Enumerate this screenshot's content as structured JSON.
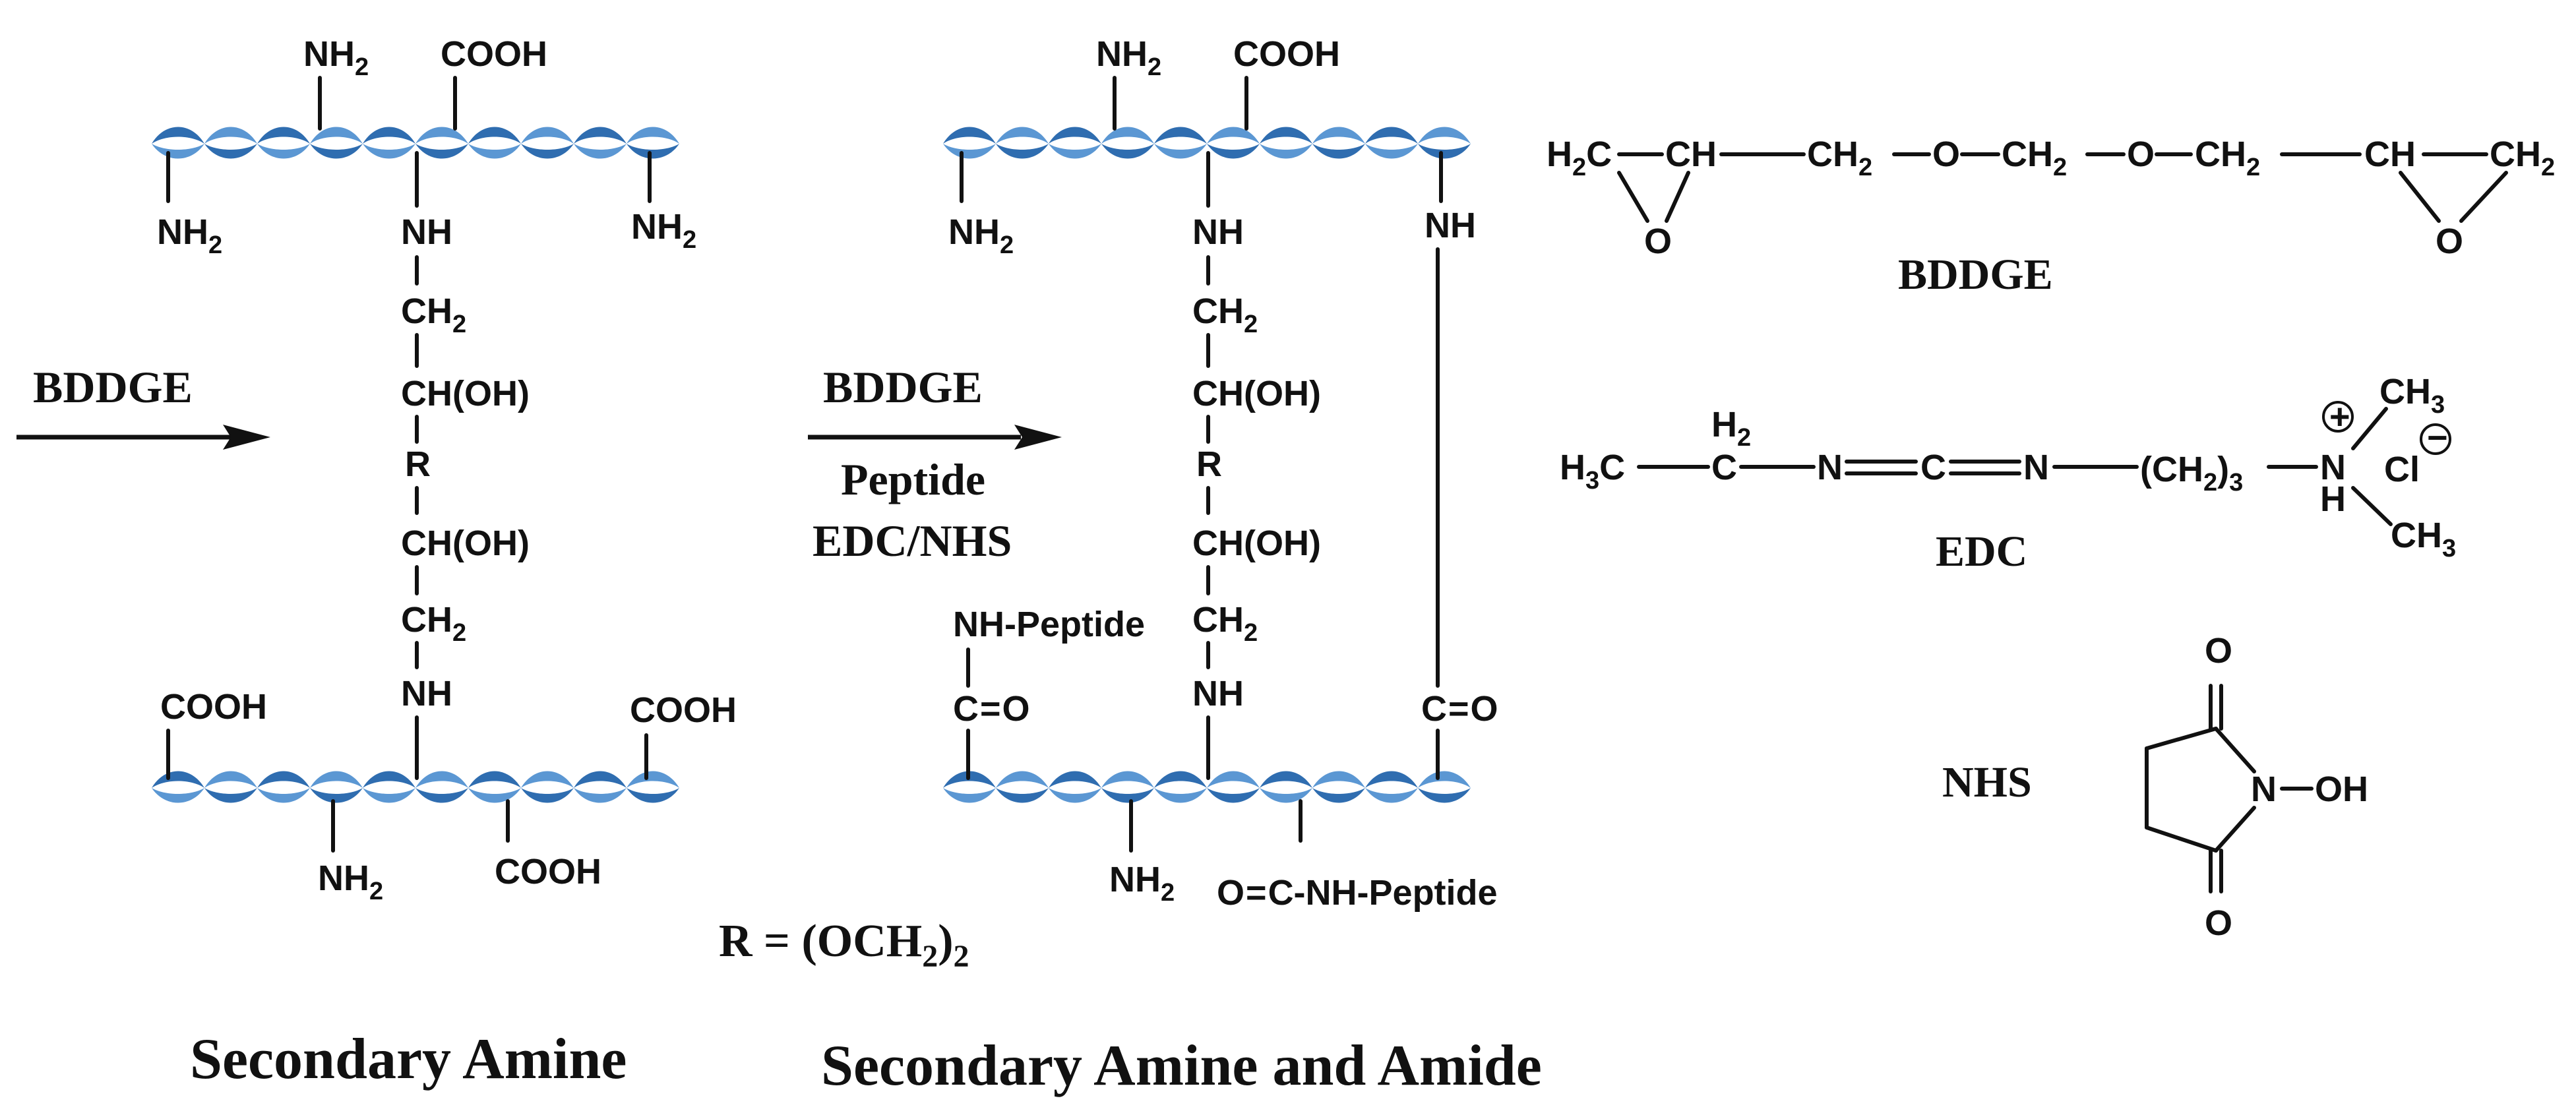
{
  "labels": {
    "nh2": "NH",
    "nh2_sub": "2",
    "cooh": "COOH",
    "nh": "NH",
    "ch2": "CH",
    "ch2_sub": "2",
    "choh": "CH(OH)",
    "r": "R",
    "co": "C",
    "eq": "=",
    "o": "O",
    "nh_peptide": "NH-Peptide",
    "o_c_nh_peptide": "C-NH-Peptide"
  },
  "reaction1": {
    "reagent": "BDDGE",
    "product_title": "Secondary Amine"
  },
  "reaction2": {
    "reagent_line1": "BDDGE",
    "reagent_line2": "Peptide",
    "reagent_line3": "EDC/NHS",
    "product_title": "Secondary Amine and Amide"
  },
  "r_definition": {
    "prefix": "R = (OCH",
    "sub_inner": "2",
    "close": ")",
    "sub_outer": "2"
  },
  "bddge": {
    "name": "BDDGE",
    "h2c": "H",
    "h2c_sub": "2",
    "c": "C",
    "ch": "CH",
    "ch2": "CH",
    "ch2_sub": "2",
    "o": "O"
  },
  "edc": {
    "name": "EDC",
    "h3c": "H",
    "h3c_sub": "3",
    "c": "C",
    "h2": "H",
    "h2_sub": "2",
    "n": "N",
    "eq": "=",
    "chain": "(CH",
    "chain_sub": "2",
    "chain_close": ")",
    "chain_sub2": "3",
    "n_plus": "N",
    "h": "H",
    "ch3": "CH",
    "ch3_sub": "3",
    "cl": "Cl",
    "plus": "+",
    "minus": "−"
  },
  "nhs": {
    "name": "NHS",
    "n": "N",
    "oh": "OH",
    "o": "O"
  },
  "colors": {
    "helix_dark": "#2f6db0",
    "helix_light": "#5b97d3",
    "ink": "#111111"
  }
}
